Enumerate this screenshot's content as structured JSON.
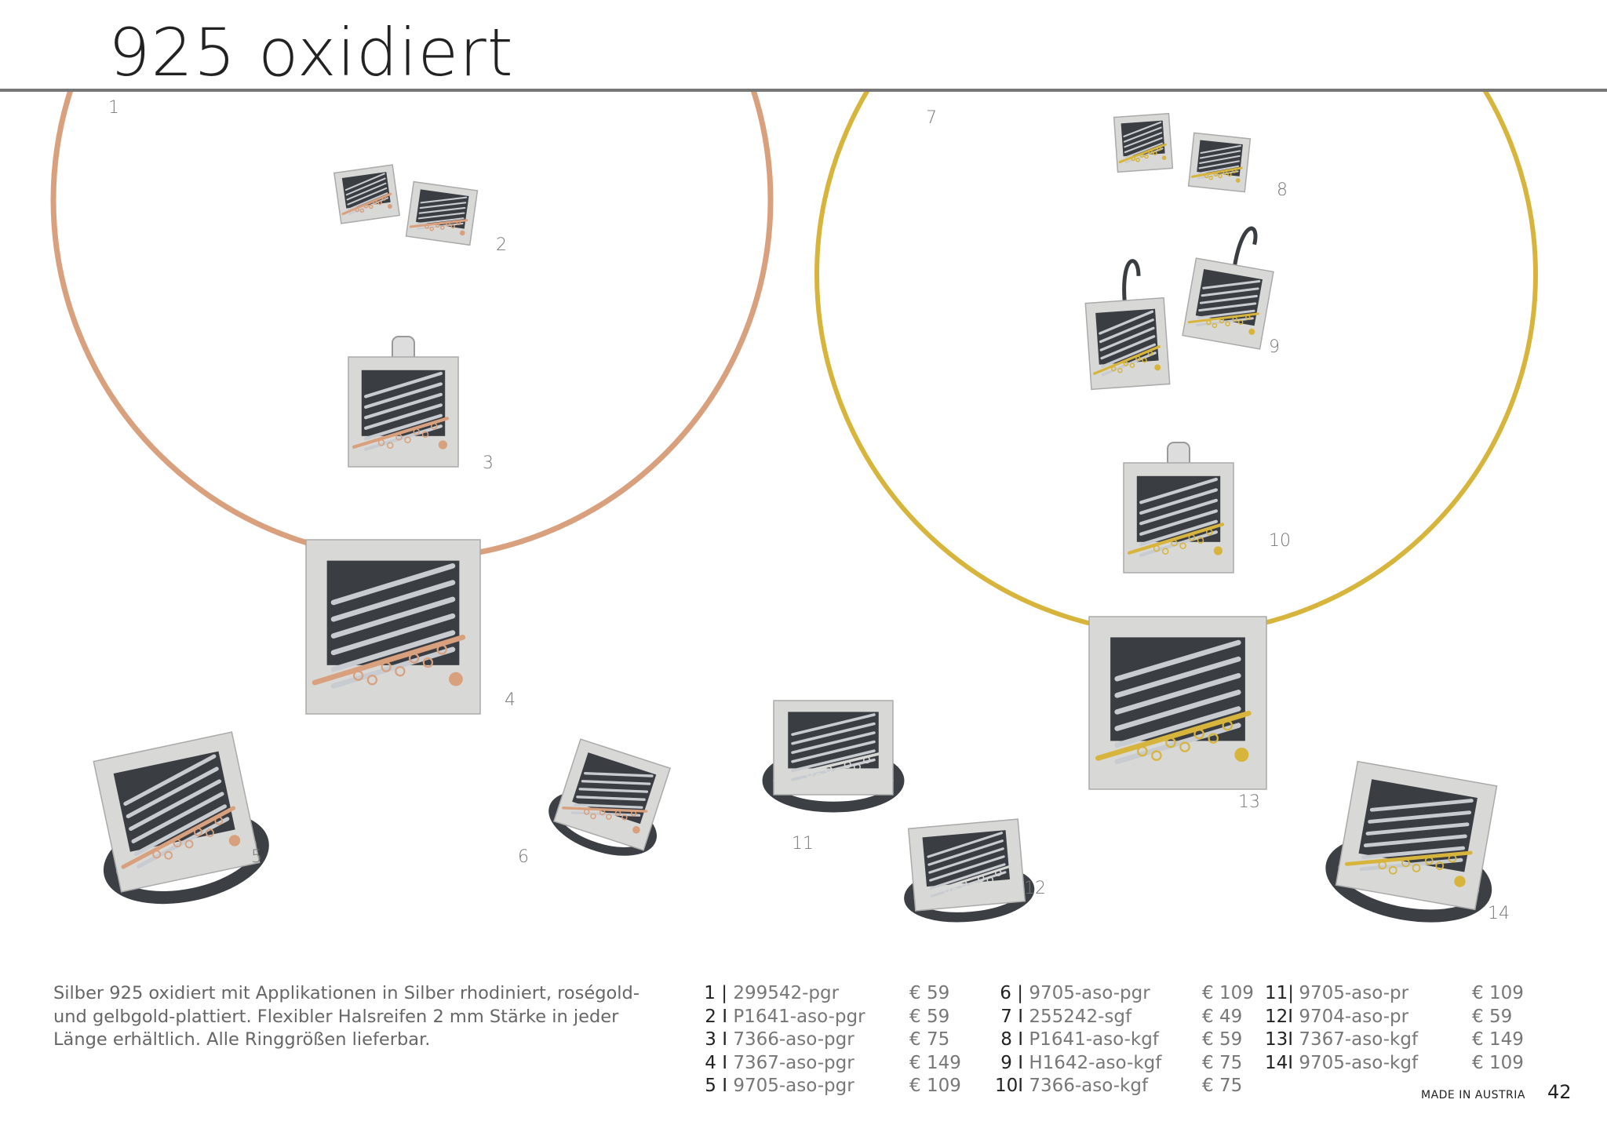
{
  "header": {
    "title": "925 oxidiert"
  },
  "colors": {
    "rose": "#d9a07e",
    "gold": "#d7b53c",
    "silver": "#d8d8d6",
    "oxidized": "#3a3d42",
    "rule": "#777777"
  },
  "items": [
    {
      "num": "1",
      "type": "necklace",
      "metal": "rose"
    },
    {
      "num": "2",
      "type": "earrings",
      "metal": "rose"
    },
    {
      "num": "3",
      "type": "pendant",
      "metal": "rose"
    },
    {
      "num": "4",
      "type": "pendant",
      "metal": "rose"
    },
    {
      "num": "5",
      "type": "ring",
      "metal": "rose"
    },
    {
      "num": "6",
      "type": "ring",
      "metal": "rose"
    },
    {
      "num": "7",
      "type": "necklace",
      "metal": "gold"
    },
    {
      "num": "8",
      "type": "earrings",
      "metal": "gold"
    },
    {
      "num": "9",
      "type": "earrings",
      "metal": "gold"
    },
    {
      "num": "10",
      "type": "pendant",
      "metal": "gold"
    },
    {
      "num": "11",
      "type": "ring",
      "metal": "silver"
    },
    {
      "num": "12",
      "type": "ring",
      "metal": "silver"
    },
    {
      "num": "13",
      "type": "pendant",
      "metal": "gold"
    },
    {
      "num": "14",
      "type": "ring",
      "metal": "gold"
    }
  ],
  "description": "Silber 925 oxidiert mit Applikationen in Silber rhodiniert, roségold- und gelbgold-plattiert. Flexibler Halsreifen 2 mm Stärke in jeder Länge erhältlich. Alle Ringgrößen lieferbar.",
  "price_list": [
    [
      {
        "num": "1 |",
        "code": "299542-pgr",
        "price": "€ 59"
      },
      {
        "num": "2 I",
        "code": "P1641-aso-pgr",
        "price": "€ 59"
      },
      {
        "num": "3 I",
        "code": "7366-aso-pgr",
        "price": "€ 75"
      },
      {
        "num": "4 I",
        "code": "7367-aso-pgr",
        "price": "€ 149"
      },
      {
        "num": "5 I",
        "code": "9705-aso-pgr",
        "price": "€ 109"
      }
    ],
    [
      {
        "num": "6 |",
        "code": "9705-aso-pgr",
        "price": "€ 109"
      },
      {
        "num": "7 I",
        "code": "255242-sgf",
        "price": "€ 49"
      },
      {
        "num": "8 I",
        "code": "P1641-aso-kgf",
        "price": "€ 59"
      },
      {
        "num": "9 I",
        "code": "H1642-aso-kgf",
        "price": "€ 75"
      },
      {
        "num": "10I",
        "code": "7366-aso-kgf",
        "price": "€ 75"
      }
    ],
    [
      {
        "num": "11|",
        "code": "9705-aso-pr",
        "price": "€ 109"
      },
      {
        "num": "12I",
        "code": "9704-aso-pr",
        "price": "€ 59"
      },
      {
        "num": "13I",
        "code": "7367-aso-kgf",
        "price": "€ 149"
      },
      {
        "num": "14I",
        "code": "9705-aso-kgf",
        "price": "€ 109"
      }
    ]
  ],
  "footer": {
    "made_in": "MADE IN AUSTRIA",
    "page_number": "42"
  }
}
